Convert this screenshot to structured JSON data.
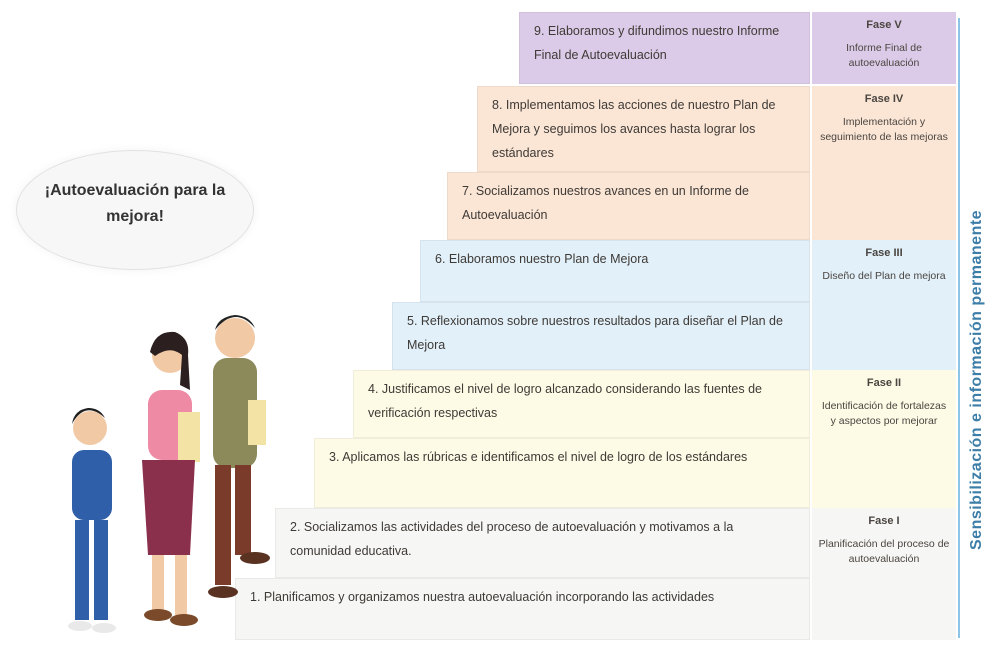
{
  "speech_bubble": "¡Autoevaluación para la mejora!",
  "side_label": "Sensibilización e información permanente",
  "steps": [
    {
      "text": "1. Planificamos y organizamos nuestra autoevaluación incorporando las actividades",
      "color": "#f6f6f4"
    },
    {
      "text": "2. Socializamos las actividades del proceso de autoevaluación y motivamos a la comunidad educativa.",
      "color": "#f6f6f4"
    },
    {
      "text": "3. Aplicamos las rúbricas e identificamos el nivel de logro de los estándares",
      "color": "#fdfbe6"
    },
    {
      "text": "4. Justificamos el nivel de logro alcanzado considerando las fuentes de verificación respectivas",
      "color": "#fdfbe6"
    },
    {
      "text": "5. Reflexionamos sobre nuestros resultados para diseñar el Plan de Mejora",
      "color": "#e2f0fa"
    },
    {
      "text": "6. Elaboramos nuestro Plan de Mejora",
      "color": "#e2f0fa"
    },
    {
      "text": "7. Socializamos nuestros avances en un Informe de Autoevaluación",
      "color": "#fbe6d6"
    },
    {
      "text": "8. Implementamos las acciones de nuestro Plan de Mejora y seguimos los avances hasta lograr los estándares",
      "color": "#fbe6d6"
    },
    {
      "text": "9. Elaboramos y difundimos nuestro Informe Final de Autoevaluación",
      "color": "#dccbe8"
    }
  ],
  "phases": [
    {
      "title": "Fase I",
      "desc": "Planificación del proceso de autoevaluación",
      "color": "#f6f6f4"
    },
    {
      "title": "Fase II",
      "desc": "Identificación de fortalezas y aspectos por mejorar",
      "color": "#fdfbe6"
    },
    {
      "title": "Fase III",
      "desc": "Diseño del Plan de mejora",
      "color": "#e2f0fa"
    },
    {
      "title": "Fase IV",
      "desc": "Implementación y seguimiento de las mejoras",
      "color": "#fbe6d6"
    },
    {
      "title": "Fase V",
      "desc": "Informe Final de autoevaluación",
      "color": "#dccbe8"
    }
  ]
}
